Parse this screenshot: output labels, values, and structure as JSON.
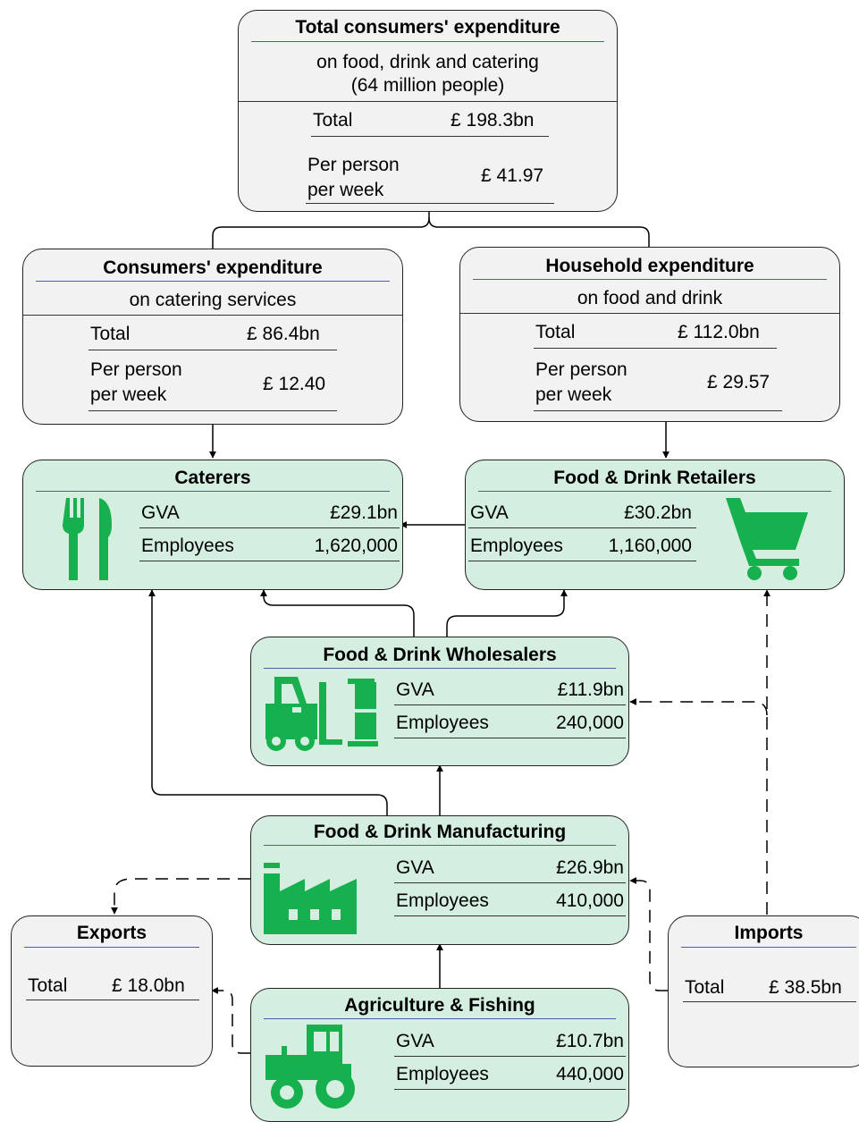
{
  "total_box": {
    "title": "Total consumers' expenditure",
    "subtitle": "on food, drink and catering\n(64 million people)",
    "total_label": "Total",
    "total_value": "£ 198.3bn",
    "per_label": "Per person\nper week",
    "per_value": "£ 41.97"
  },
  "catering_box": {
    "title": "Consumers' expenditure",
    "subtitle": "on catering services",
    "total_label": "Total",
    "total_value": "£ 86.4bn",
    "per_label": "Per person\nper week",
    "per_value": "£ 12.40"
  },
  "household_box": {
    "title": "Household expenditure",
    "subtitle": "on food and drink",
    "total_label": "Total",
    "total_value": "£ 112.0bn",
    "per_label": "Per person\nper week",
    "per_value": "£ 29.57"
  },
  "caterers": {
    "title": "Caterers",
    "gva_label": "GVA",
    "gva_value": "£29.1bn",
    "emp_label": "Employees",
    "emp_value": "1,620,000",
    "icon": "cutlery-icon"
  },
  "retailers": {
    "title": "Food & Drink Retailers",
    "gva_label": "GVA",
    "gva_value": "£30.2bn",
    "emp_label": "Employees",
    "emp_value": "1,160,000",
    "icon": "shopping-cart-icon"
  },
  "wholesalers": {
    "title": "Food & Drink Wholesalers",
    "gva_label": "GVA",
    "gva_value": "£11.9bn",
    "emp_label": "Employees",
    "emp_value": "240,000",
    "icon": "forklift-icon"
  },
  "manufacturing": {
    "title": "Food & Drink Manufacturing",
    "gva_label": "GVA",
    "gva_value": "£26.9bn",
    "emp_label": "Employees",
    "emp_value": "410,000",
    "icon": "factory-icon"
  },
  "agriculture": {
    "title": "Agriculture & Fishing",
    "gva_label": "GVA",
    "gva_value": "£10.7bn",
    "emp_label": "Employees",
    "emp_value": "440,000",
    "icon": "tractor-icon"
  },
  "exports": {
    "title": "Exports",
    "total_label": "Total",
    "total_value": "£ 18.0bn"
  },
  "imports": {
    "title": "Imports",
    "total_label": "Total",
    "total_value": "£ 38.5bn"
  },
  "colors": {
    "icon_green": "#16b04f",
    "box_green": "#d4eee0",
    "box_grey": "#f2f2f2",
    "rule_blue": "#4a5fa3"
  }
}
